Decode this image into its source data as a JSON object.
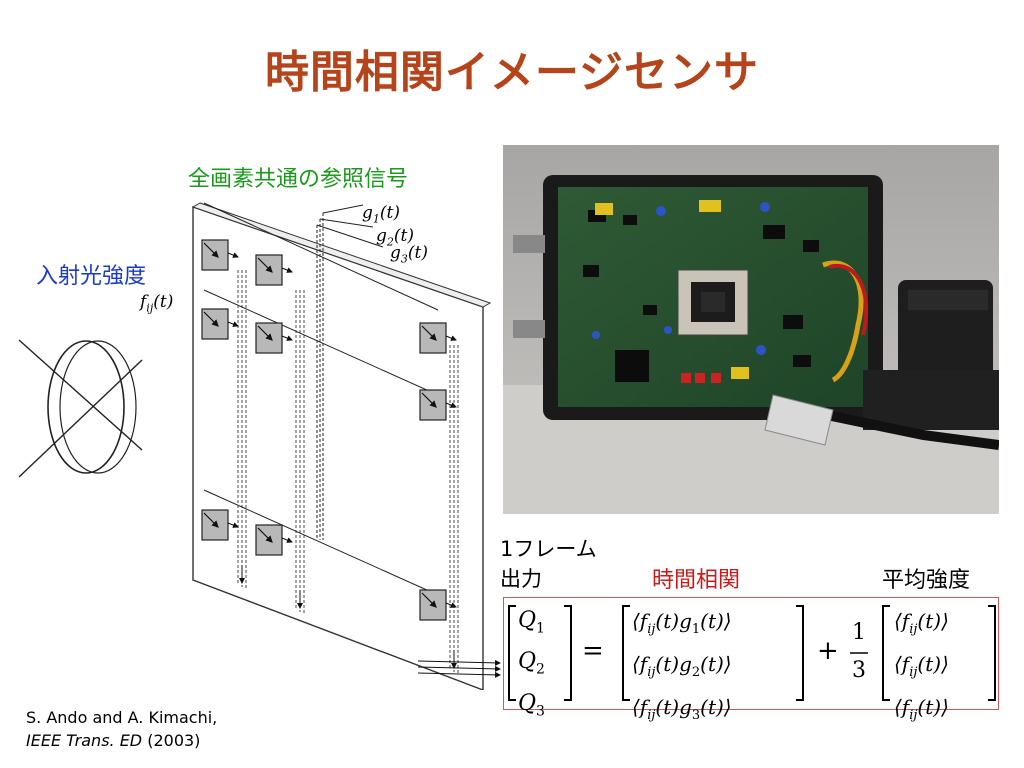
{
  "title": "時間相関イメージセンサ",
  "labels": {
    "reference_signal": "全画素共通の参照信号",
    "incident_intensity": "入射光強度",
    "frame_output_line1": "1フレーム",
    "frame_output_line2": "出力",
    "time_correlation": "時間相関",
    "average_intensity": "平均強度"
  },
  "diagram": {
    "signals": [
      "g1(t)",
      "g2(t)",
      "g3(t)"
    ],
    "input": "fij(t)"
  },
  "formula": {
    "lhs": [
      "Q1",
      "Q2",
      "Q3"
    ],
    "fraction_num": "1",
    "fraction_den": "3"
  },
  "citation": {
    "authors": "S. Ando and A. Kimachi,",
    "journal": "IEEE Trans. ED",
    "year": "(2003)"
  },
  "colors": {
    "title": "#b5441a",
    "reference_signal": "#1a9a1a",
    "incident_intensity": "#1a3ac8",
    "time_correlation": "#d01818",
    "formula_border": "#c85a5a"
  }
}
